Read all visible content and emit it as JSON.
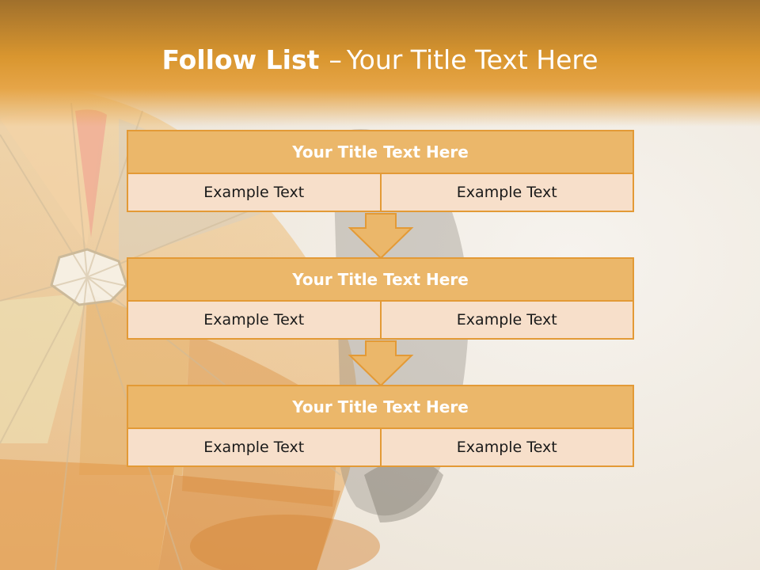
{
  "slide": {
    "title_bold": "Follow List",
    "title_sep": "–",
    "title_rest": "Your Title Text Here"
  },
  "blocks": [
    {
      "title": "Your Title Text Here",
      "left": "Example Text",
      "right": "Example Text"
    },
    {
      "title": "Your Title Text Here",
      "left": "Example Text",
      "right": "Example Text"
    },
    {
      "title": "Your Title Text Here",
      "left": "Example Text",
      "right": "Example Text"
    }
  ],
  "colors": {
    "accent": "#e39a36",
    "header_fill": "#ebb76a",
    "cell_fill": "#f7dfca",
    "title_band": "#d9962f"
  },
  "icons": [
    "down-arrow-icon"
  ]
}
